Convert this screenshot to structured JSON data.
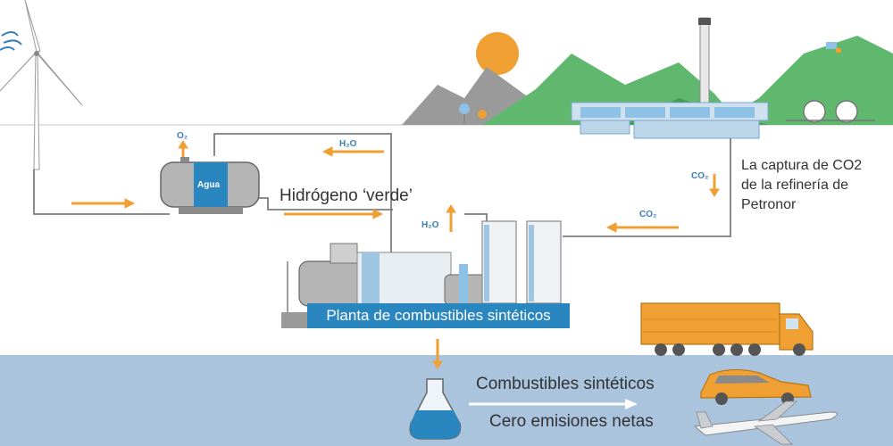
{
  "colors": {
    "sky": "#ffffff",
    "sea": "#a9c4dc",
    "pipe": "#7d7d7d",
    "arrow": "#f0a032",
    "accent_blue": "#2a86bf",
    "mountain_green": "#5fb86e",
    "mountain_grey": "#9a9a9a",
    "sun": "#f0a032",
    "truck": "#f0a032"
  },
  "labels": {
    "o2": "O₂",
    "h2o_top": "H₂O",
    "h2o_side": "H₂O",
    "co2_vertical": "CO₂",
    "co2_horizontal": "CO₂",
    "agua": "Agua",
    "hidrogeno": "Hidrógeno ‘verde’",
    "planta": "Planta de combustibles sintéticos",
    "capture_line1": "La captura de CO2",
    "capture_line2": "de la refinería de",
    "capture_line3": "Petronor",
    "combustibles": "Combustibles sintéticos",
    "emisiones": "Cero emisiones netas"
  },
  "icons": [
    "wind-turbine-icon",
    "sun-icon",
    "refinery-icon",
    "electrolyzer-icon",
    "storage-tank-icon",
    "flask-icon",
    "truck-icon",
    "car-icon",
    "airplane-icon"
  ]
}
